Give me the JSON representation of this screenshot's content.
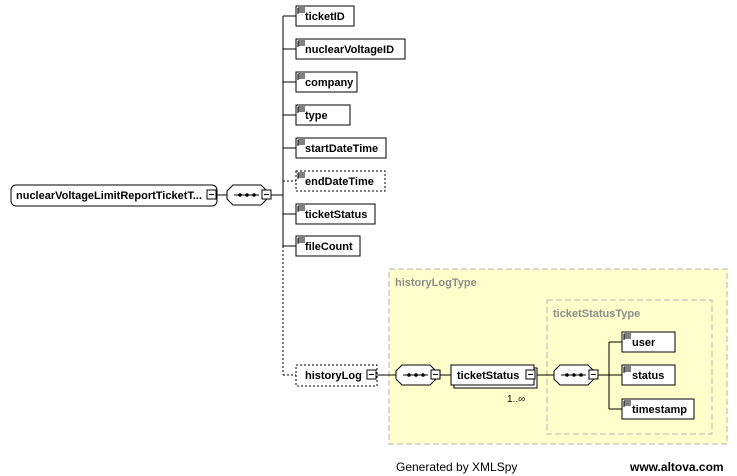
{
  "root": {
    "label": "nuclearVoltageLimitReportTicketT..."
  },
  "elements": [
    {
      "label": "ticketID",
      "optional": false
    },
    {
      "label": "nuclearVoltageID",
      "optional": false
    },
    {
      "label": "company",
      "optional": false
    },
    {
      "label": "type",
      "optional": false
    },
    {
      "label": "startDateTime",
      "optional": false
    },
    {
      "label": "endDateTime",
      "optional": true
    },
    {
      "label": "ticketStatus",
      "optional": false
    },
    {
      "label": "fileCount",
      "optional": false
    }
  ],
  "historyLog": {
    "label": "historyLog",
    "optional": true,
    "type_name": "historyLogType",
    "child": {
      "label": "ticketStatus",
      "cardinality": "1..∞"
    },
    "inner_type": {
      "type_name": "ticketStatusType",
      "fields": [
        {
          "label": "user"
        },
        {
          "label": "status"
        },
        {
          "label": "timestamp"
        }
      ]
    }
  },
  "footer": {
    "generated_by": "Generated by XMLSpy",
    "site": "www.altova.com"
  },
  "colors": {
    "type_fill": "#ffffcc",
    "type_border": "#b4b4b4",
    "line": "#000000"
  }
}
